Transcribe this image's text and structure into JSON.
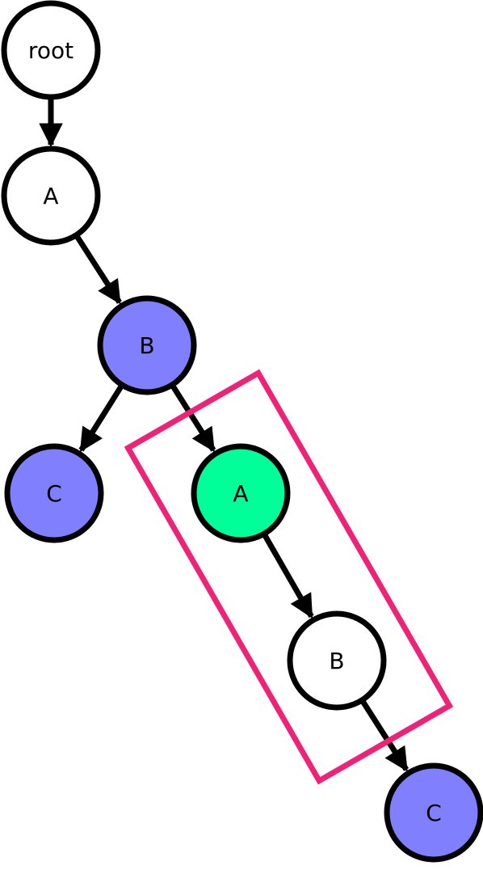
{
  "diagram": {
    "nodes": [
      {
        "id": "n-root",
        "label": "root",
        "fill": "#ffffff"
      },
      {
        "id": "n-a1",
        "label": "A",
        "fill": "#ffffff"
      },
      {
        "id": "n-b1",
        "label": "B",
        "fill": "#8080ff"
      },
      {
        "id": "n-c1",
        "label": "C",
        "fill": "#8080ff"
      },
      {
        "id": "n-a2",
        "label": "A",
        "fill": "#00ff99"
      },
      {
        "id": "n-b2",
        "label": "B",
        "fill": "#ffffff"
      },
      {
        "id": "n-c2",
        "label": "C",
        "fill": "#8080ff"
      }
    ],
    "edges": [
      {
        "from": "n-root",
        "to": "n-a1"
      },
      {
        "from": "n-a1",
        "to": "n-b1"
      },
      {
        "from": "n-b1",
        "to": "n-c1"
      },
      {
        "from": "n-b1",
        "to": "n-a2"
      },
      {
        "from": "n-a2",
        "to": "n-b2"
      },
      {
        "from": "n-b2",
        "to": "n-c2"
      }
    ],
    "highlight": {
      "color": "#ee2277",
      "encloses": [
        "n-a2",
        "n-b2"
      ]
    },
    "stroke_color": "#000000"
  }
}
